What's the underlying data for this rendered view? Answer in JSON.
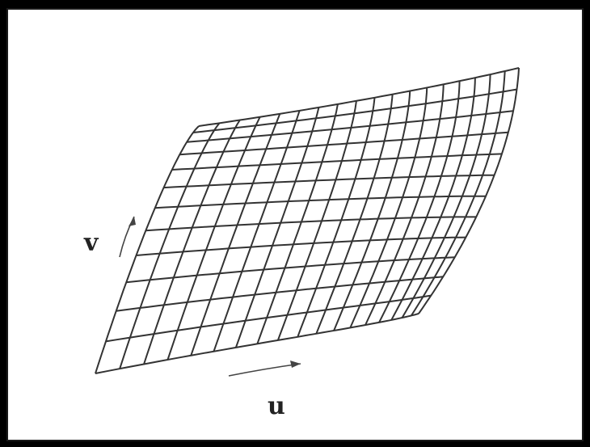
{
  "figure": {
    "labels": {
      "v": "v",
      "u": "u"
    },
    "grid": {
      "columns": 18,
      "rows": 12
    },
    "colors": {
      "background": "#000000",
      "panel": "#ffffff",
      "ink": "#333333"
    }
  }
}
